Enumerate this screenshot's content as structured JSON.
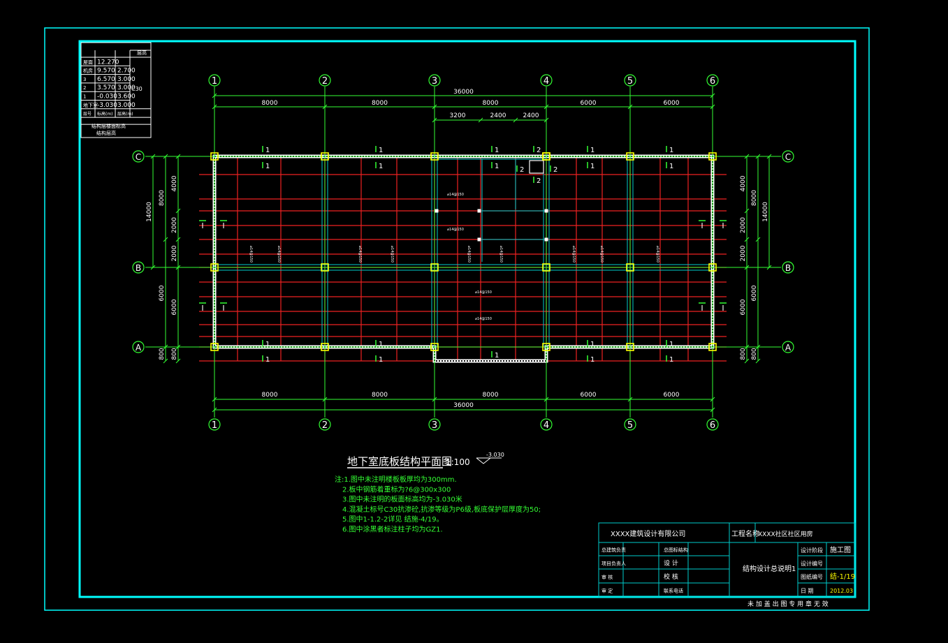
{
  "axes": {
    "columns": [
      "1",
      "2",
      "3",
      "4",
      "5",
      "6"
    ],
    "rows": [
      "C",
      "B",
      "A"
    ]
  },
  "dims": {
    "total": "36000",
    "spans": [
      "8000",
      "8000",
      "8000",
      "6000",
      "6000"
    ],
    "sub": [
      "3200",
      "2400",
      "2400"
    ],
    "left_total": "14000",
    "left_split": [
      "8000",
      "6000",
      "800"
    ],
    "left_inner": [
      "4000",
      "2000",
      "2000",
      "6000",
      "800"
    ]
  },
  "sections": {
    "s1": "1",
    "s2": "2",
    "sI": "I"
  },
  "rebar_labels": [
    "⌀14@150",
    "⌀14@150",
    "⌀14@150"
  ],
  "level_table": {
    "header_note": "层高",
    "rows": [
      [
        "屋面",
        "12.270",
        ""
      ],
      [
        "机房",
        "9.570",
        "2.700"
      ],
      [
        "3",
        "6.570",
        "3.000"
      ],
      [
        "2",
        "3.570",
        "3.000"
      ],
      [
        "1",
        "-0.030",
        "3.600"
      ],
      [
        "地下室",
        "-3.030",
        "3.000"
      ],
      [
        "层号",
        "标高(m)",
        "层高(m)"
      ]
    ],
    "concrete": "C30",
    "caption1": "结构层楼面标高",
    "caption2": "结构层高"
  },
  "plan_title": "地下室底板结构平面图",
  "plan_scale": "1:100",
  "plan_level": "-3.030",
  "notes": [
    "注:1.图中未注明楼板板厚均为300mm.",
    "2.板中钢筋着重标为?6@300x300",
    "3.图中未注明的板面标高均为-3.030米",
    "4.混凝土标号C30抗渗砼,抗渗等级为P6级,板底保护层厚度为50;",
    "5.图中1-1.2-2详见 结施-4/19。",
    "6.图中涂黑者标注柱子均为GZ1."
  ],
  "titleblock": {
    "company": "XXXX建筑设计有限公司",
    "project_label": "工程名称",
    "project_name": "XXXX社区社区用房",
    "stage_label": "设计阶段",
    "stage_value": "施工图",
    "design_no_label": "设计编号",
    "sheet_no_label": "图纸编号",
    "sheet_no_value": "结-1/19",
    "date_label": "日    期",
    "date_value": "2012.03",
    "sheet_title": "结构设计总说明1",
    "rows": [
      [
        "总建筑负责",
        "总图标结构"
      ],
      [
        "项目负责人",
        "设    计"
      ],
      [
        "审    核",
        "校    核"
      ],
      [
        "审    定",
        "联系电话"
      ]
    ],
    "footer": "未 加 盖 出 图 专 用 章 无 效"
  }
}
